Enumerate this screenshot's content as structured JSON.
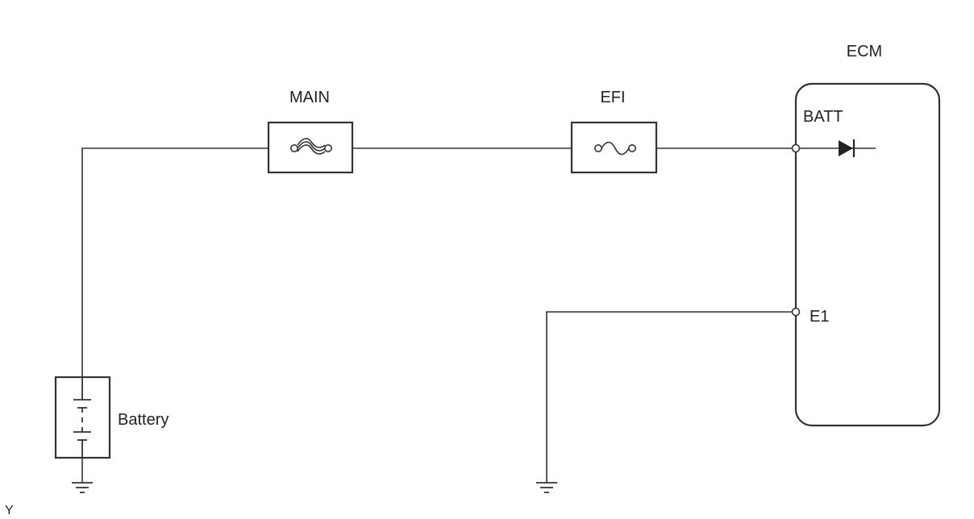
{
  "diagram": {
    "components": {
      "ecm": {
        "label": "ECM"
      },
      "main_fuse": {
        "label": "MAIN"
      },
      "efi_fuse": {
        "label": "EFI"
      },
      "battery": {
        "label": "Battery"
      }
    },
    "terminals": {
      "batt": {
        "label": "BATT"
      },
      "e1": {
        "label": "E1"
      }
    },
    "corner_mark": "Y"
  },
  "colors": {
    "line": "#333333",
    "text": "#222222",
    "background": "#ffffff"
  }
}
